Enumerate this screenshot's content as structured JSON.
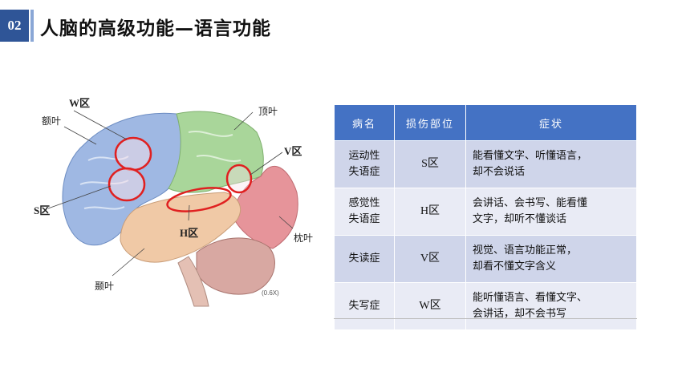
{
  "header": {
    "number": "02",
    "title": "人脑的高级功能—语言功能"
  },
  "diagram": {
    "labels": {
      "w_area": "W区",
      "frontal_lobe": "额叶",
      "s_area": "S区",
      "h_area": "H区",
      "v_area": "V区",
      "parietal_lobe": "顶叶",
      "occipital_lobe": "枕叶",
      "temporal_lobe": "颞叶",
      "scale": "(0.6X)"
    },
    "colors": {
      "frontal": "#9fb8e3",
      "parietal": "#a9d69a",
      "occipital": "#e6949a",
      "temporal": "#f0c9a6",
      "cerebellum": "#d8a8a2",
      "highlight": "#e02020"
    }
  },
  "table": {
    "headers": [
      "病名",
      "损伤部位",
      "症状"
    ],
    "rows": [
      {
        "name": [
          "运动性",
          "失语症"
        ],
        "site": "S区",
        "symptom": [
          "能看懂文字、听懂语言，",
          "却不会说话"
        ]
      },
      {
        "name": [
          "感觉性",
          "失语症"
        ],
        "site": "H区",
        "symptom": [
          "会讲话、会书写、能看懂",
          "文字，却听不懂谈话"
        ]
      },
      {
        "name": [
          "失读症"
        ],
        "site": "V区",
        "symptom": [
          "视觉、语言功能正常，",
          "却看不懂文字含义"
        ]
      },
      {
        "name": [
          "失写症"
        ],
        "site": "W区",
        "symptom": [
          "能听懂语言、看懂文字、",
          "会讲话，却不会书写"
        ]
      }
    ],
    "colors": {
      "header_bg": "#4472c4",
      "row_odd": "#cfd5ea",
      "row_even": "#e9ebf5"
    }
  }
}
